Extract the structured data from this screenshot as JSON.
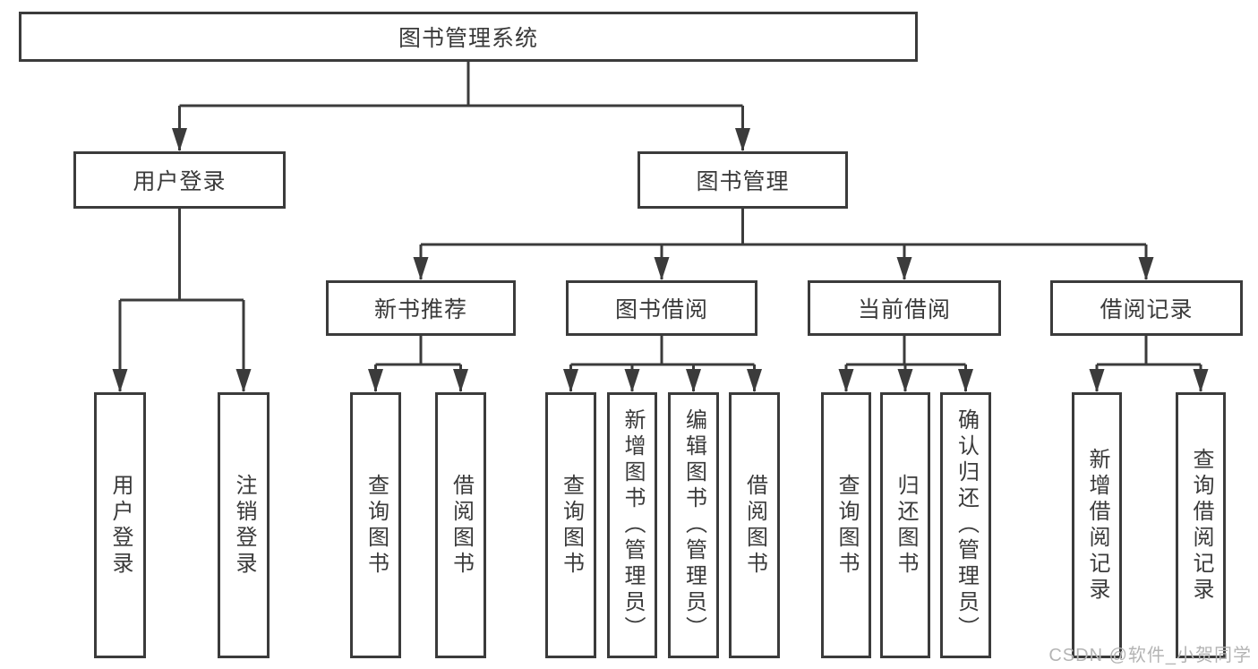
{
  "diagram": {
    "root": {
      "label": "图书管理系统"
    },
    "branches": [
      {
        "label": "用户登录",
        "children": [
          {
            "label": "用户登录"
          },
          {
            "label": "注销登录"
          }
        ]
      },
      {
        "label": "图书管理",
        "children": [
          {
            "label": "新书推荐",
            "children": [
              {
                "label": "查询图书"
              },
              {
                "label": "借阅图书"
              }
            ]
          },
          {
            "label": "图书借阅",
            "children": [
              {
                "label": "查询图书"
              },
              {
                "label": "新增图书（管理员）"
              },
              {
                "label": "编辑图书（管理员）"
              },
              {
                "label": "借阅图书"
              }
            ]
          },
          {
            "label": "当前借阅",
            "children": [
              {
                "label": "查询图书"
              },
              {
                "label": "归还图书"
              },
              {
                "label": "确认归还（管理员）"
              }
            ]
          },
          {
            "label": "借阅记录",
            "children": [
              {
                "label": "新增借阅记录"
              },
              {
                "label": "查询借阅记录"
              }
            ]
          }
        ]
      }
    ]
  },
  "watermark": {
    "text": "CSDN @软件_小贺同学"
  },
  "colors": {
    "line": "#3b3b3b",
    "text": "#3a3a3a",
    "background": "#ffffff",
    "watermark": "#b4b4b4"
  }
}
